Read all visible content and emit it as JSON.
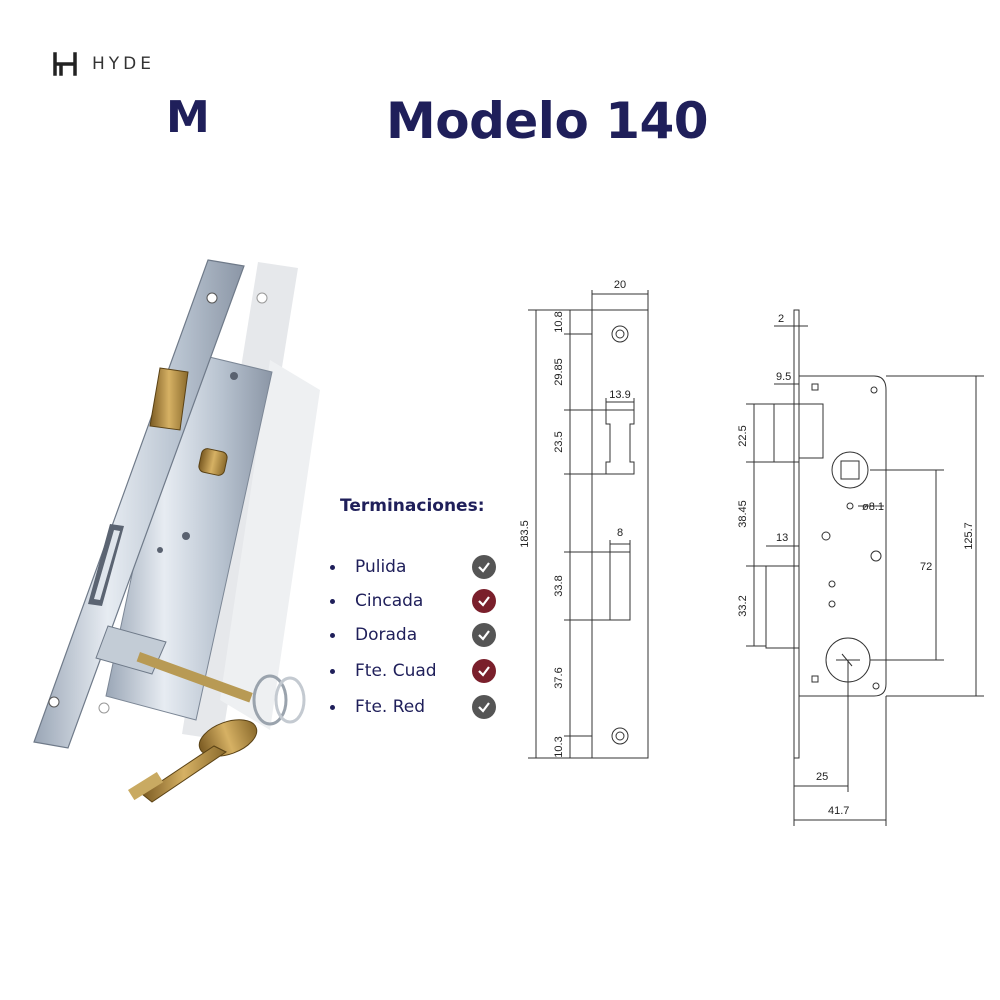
{
  "brand": {
    "name": "HYDE"
  },
  "title": {
    "prefix": "M",
    "main": "Modelo 140"
  },
  "finishes": {
    "heading": "Terminaciones:",
    "items": [
      {
        "label": "Pulida",
        "check_color": "#555555"
      },
      {
        "label": "Cincada",
        "check_color": "#7a1f2b"
      },
      {
        "label": "Dorada",
        "check_color": "#555555"
      },
      {
        "label": "Fte. Cuad",
        "check_color": "#7a1f2b"
      },
      {
        "label": "Fte. Red",
        "check_color": "#555555"
      }
    ]
  },
  "front_plate_drawing": {
    "dimensions": [
      "20",
      "10.8",
      "29.85",
      "13.9",
      "23.5",
      "183.5",
      "8",
      "33.8",
      "37.6",
      "10.3"
    ]
  },
  "side_drawing": {
    "dimensions": [
      "2",
      "9.5",
      "22.5",
      "38.45",
      "ø8.1",
      "13",
      "72",
      "125.7",
      "33.2",
      "25",
      "41.7"
    ]
  }
}
